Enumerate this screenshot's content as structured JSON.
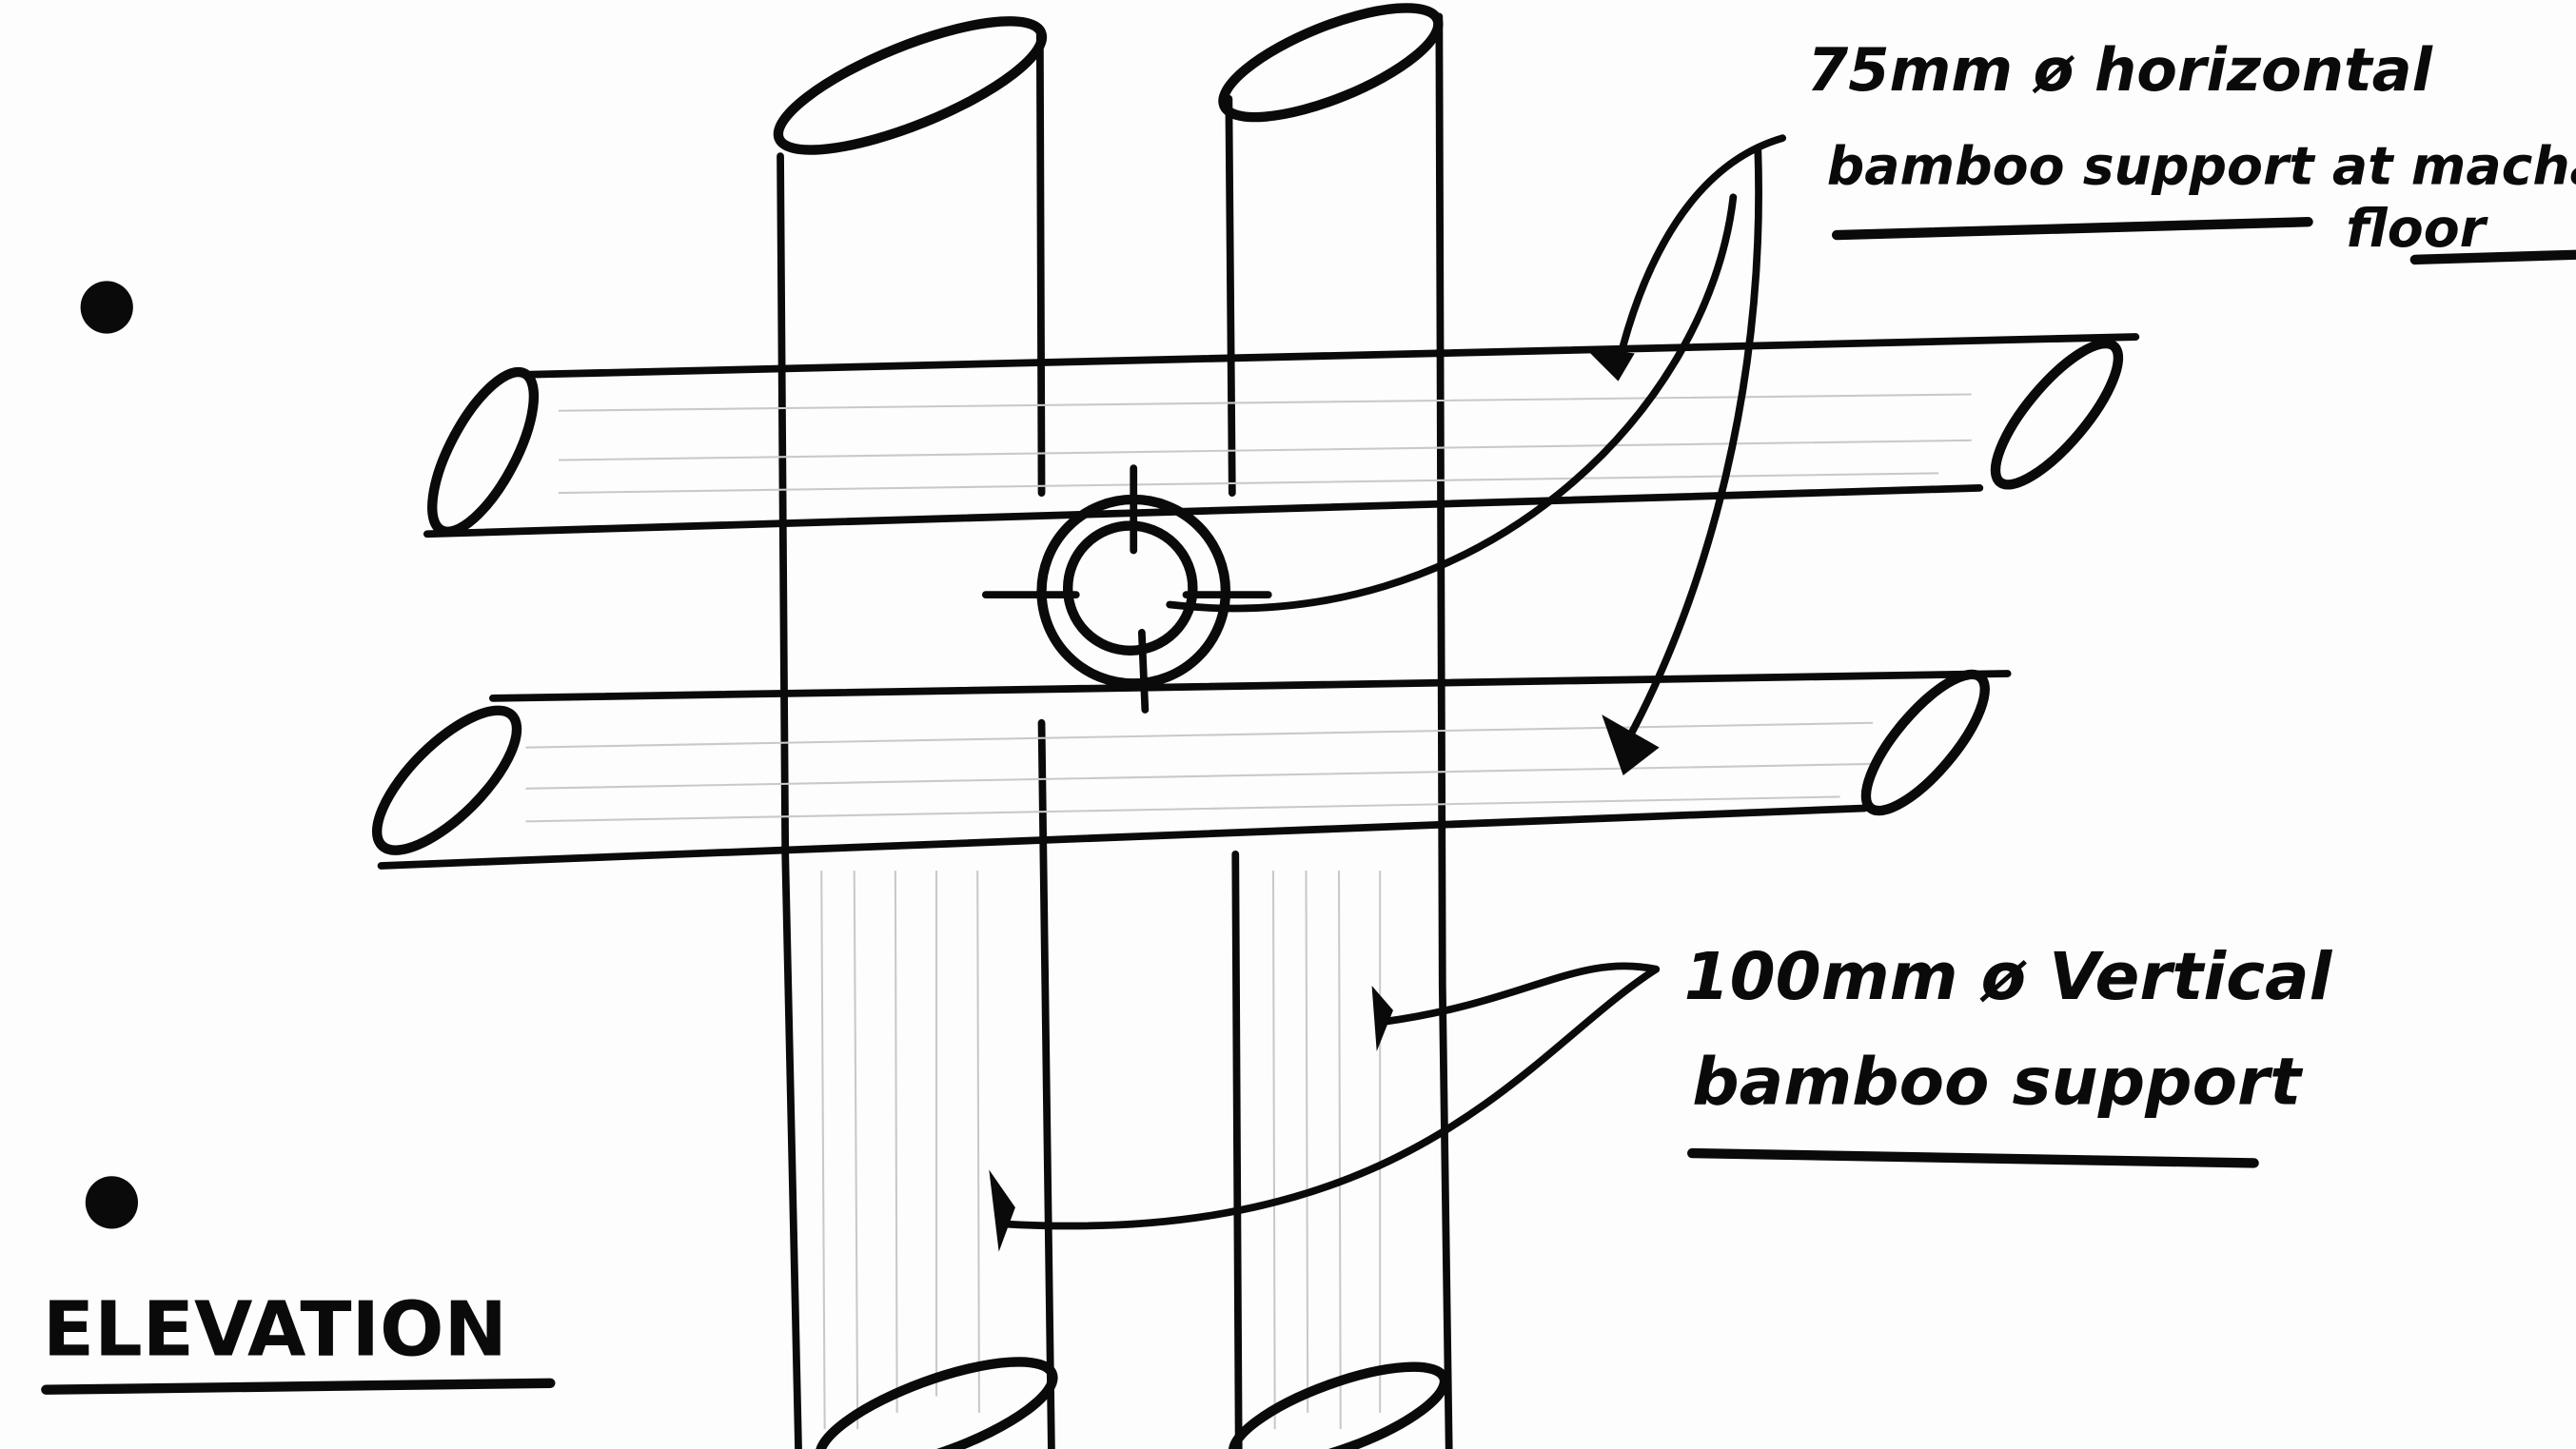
{
  "title": "ELEVATION",
  "labels": {
    "horizontal_support": {
      "line1": "75mm ø horizontal",
      "line2": "bamboo support at machang",
      "line3": "floor"
    },
    "vertical_support": {
      "line1": "100mm ø Vertical",
      "line2": "bamboo support"
    }
  },
  "colors": {
    "ink": "#0a0a0a",
    "paper": "#fdfdfd"
  }
}
